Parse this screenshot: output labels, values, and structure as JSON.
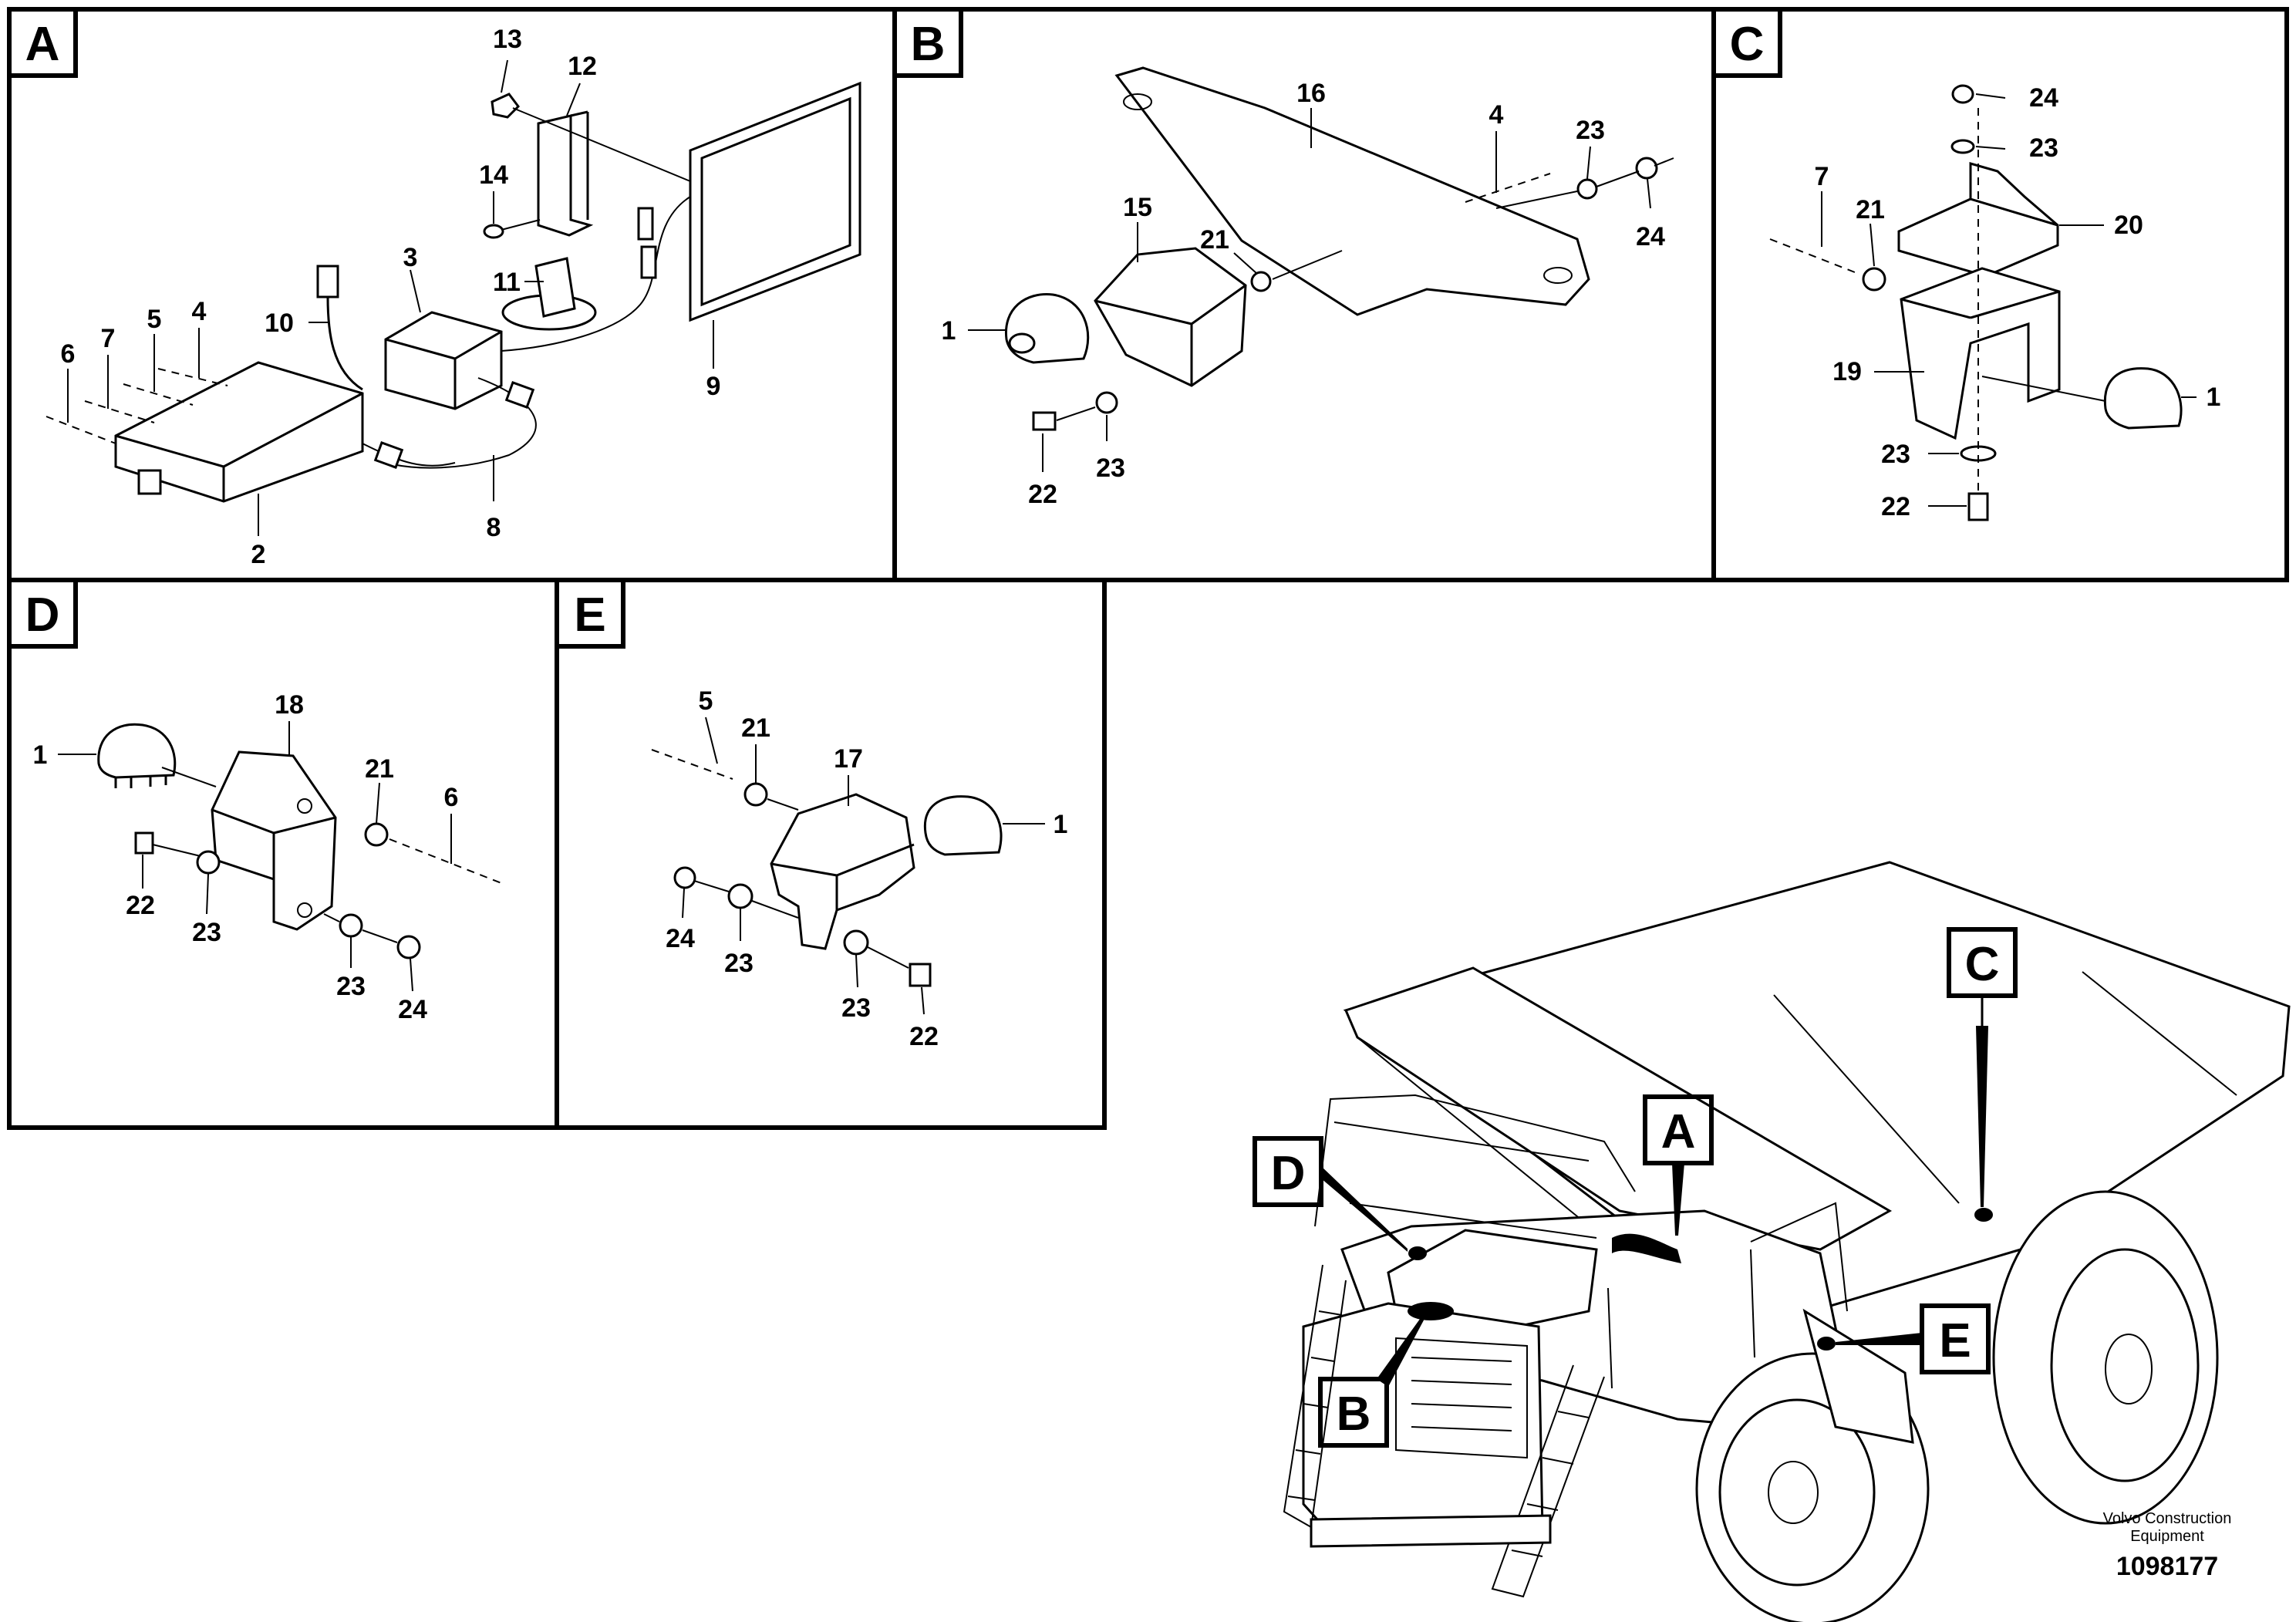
{
  "panels": [
    {
      "id": "A",
      "label": "A"
    },
    {
      "id": "B",
      "label": "B"
    },
    {
      "id": "C",
      "label": "C"
    },
    {
      "id": "D",
      "label": "D"
    },
    {
      "id": "E",
      "label": "E"
    }
  ],
  "callouts": {
    "A": [
      "13",
      "12",
      "14",
      "3",
      "11",
      "10",
      "4",
      "5",
      "7",
      "6",
      "9",
      "2",
      "8"
    ],
    "B": [
      "16",
      "4",
      "23",
      "24",
      "15",
      "21",
      "1",
      "22",
      "23"
    ],
    "C": [
      "24",
      "23",
      "7",
      "21",
      "20",
      "19",
      "1",
      "23",
      "22"
    ],
    "D": [
      "18",
      "1",
      "21",
      "6",
      "22",
      "23",
      "23",
      "24"
    ],
    "E": [
      "5",
      "21",
      "17",
      "1",
      "24",
      "23",
      "23",
      "22"
    ]
  },
  "overview_markers": [
    "A",
    "B",
    "C",
    "D",
    "E"
  ],
  "footer": {
    "line1": "Volvo Construction",
    "line2": "Equipment",
    "drawing_number": "1098177"
  }
}
